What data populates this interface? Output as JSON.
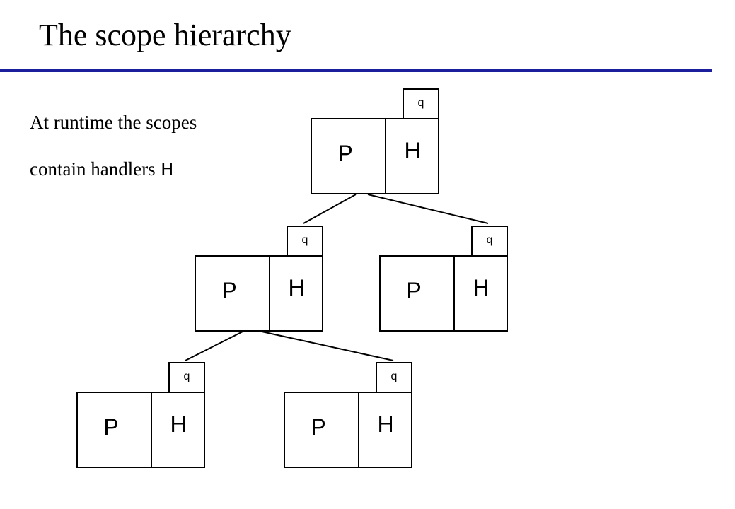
{
  "title": "The scope hierarchy",
  "body_lines": [
    "At runtime the scopes",
    "contain handlers H"
  ],
  "colors": {
    "title_rule": "#1b1f9b",
    "ink": "#000000"
  },
  "tree": {
    "nodes": [
      {
        "id": "root",
        "left_label": "P",
        "right_label": "H",
        "tag": "q",
        "parent": null
      },
      {
        "id": "mid-left",
        "left_label": "P",
        "right_label": "H",
        "tag": "q",
        "parent": "root"
      },
      {
        "id": "mid-right",
        "left_label": "P",
        "right_label": "H",
        "tag": "q",
        "parent": "root"
      },
      {
        "id": "bottom-left",
        "left_label": "P",
        "right_label": "H",
        "tag": "q",
        "parent": "mid-left"
      },
      {
        "id": "bottom-right",
        "left_label": "P",
        "right_label": "H",
        "tag": "q",
        "parent": "mid-left"
      }
    ]
  }
}
